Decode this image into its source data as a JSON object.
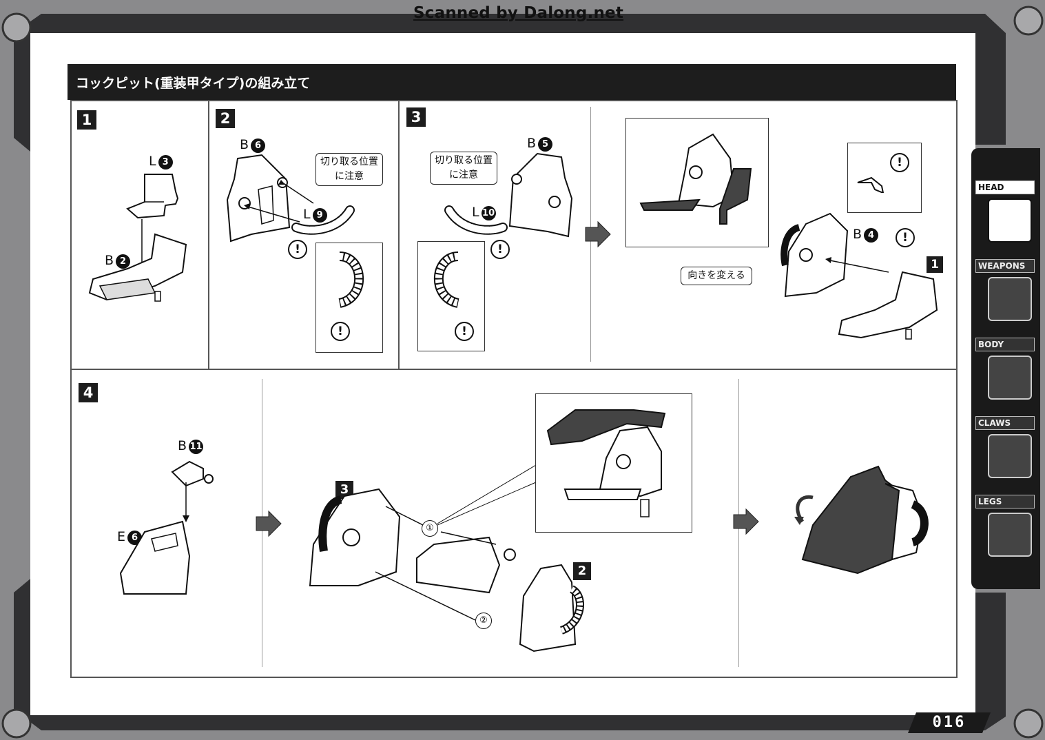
{
  "banner": "Scanned by Dalong.net",
  "title": "コックピット(重装甲タイプ)の組み立て",
  "steps": {
    "s1": "1",
    "s2": "2",
    "s3": "3",
    "s4": "4"
  },
  "parts": {
    "l3_letter": "L",
    "l3_num": "3",
    "b2_letter": "B",
    "b2_num": "2",
    "b6_letter": "B",
    "b6_num": "6",
    "l9_letter": "L",
    "l9_num": "9",
    "b5_letter": "B",
    "b5_num": "5",
    "l10_letter": "L",
    "l10_num": "10",
    "b4_letter": "B",
    "b4_num": "4",
    "b11_letter": "B",
    "b11_num": "11",
    "e6_letter": "E",
    "e6_num": "6"
  },
  "callouts": {
    "cut_caution_a": "切り取る位置に注意",
    "cut_caution_b": "切り取る位置に注意",
    "change_direction": "向きを変える"
  },
  "sub_refs": {
    "ref_1": "1",
    "ref_3": "3",
    "ref_2": "2",
    "route_1": "①",
    "route_2": "②"
  },
  "warning_glyph": "!",
  "tabs": [
    {
      "label": "HEAD",
      "active": true
    },
    {
      "label": "WEAPONS",
      "active": false
    },
    {
      "label": "BODY",
      "active": false
    },
    {
      "label": "CLAWS",
      "active": false
    },
    {
      "label": "LEGS",
      "active": false
    }
  ],
  "page_number": "016"
}
